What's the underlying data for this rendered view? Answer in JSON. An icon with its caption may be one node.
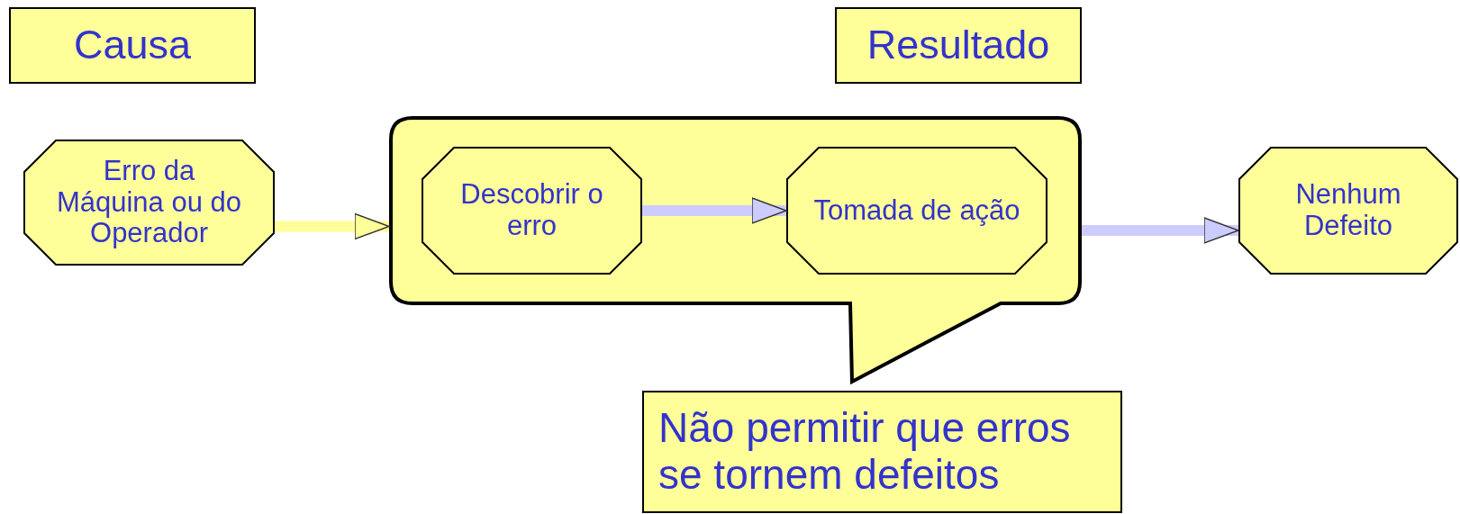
{
  "diagram": {
    "nodes": [
      {
        "text": [
          "Causa"
        ]
      },
      {
        "text": [
          "Resultado"
        ]
      },
      {
        "text": [
          "Erro da Máquina ou do Operador"
        ]
      },
      {
        "text": [],
        "shape": "callout"
      },
      {
        "text": [
          "Descobrir o erro"
        ],
        "in": 3
      },
      {
        "text": [
          "Tomada de ação"
        ],
        "in": 3
      },
      {
        "text": [
          "Nenhum Defeito"
        ]
      },
      {
        "text": [
          "Não permitir que erros se tornem defeitos"
        ]
      }
    ],
    "edges": [
      {
        "from": 2,
        "to": 3,
        "arrow": "to",
        "color": "#ffff99"
      },
      {
        "from": 4,
        "to": 5,
        "arrow": "to"
      },
      {
        "from": 3,
        "to": 6,
        "arrow": "to"
      }
    ]
  }
}
